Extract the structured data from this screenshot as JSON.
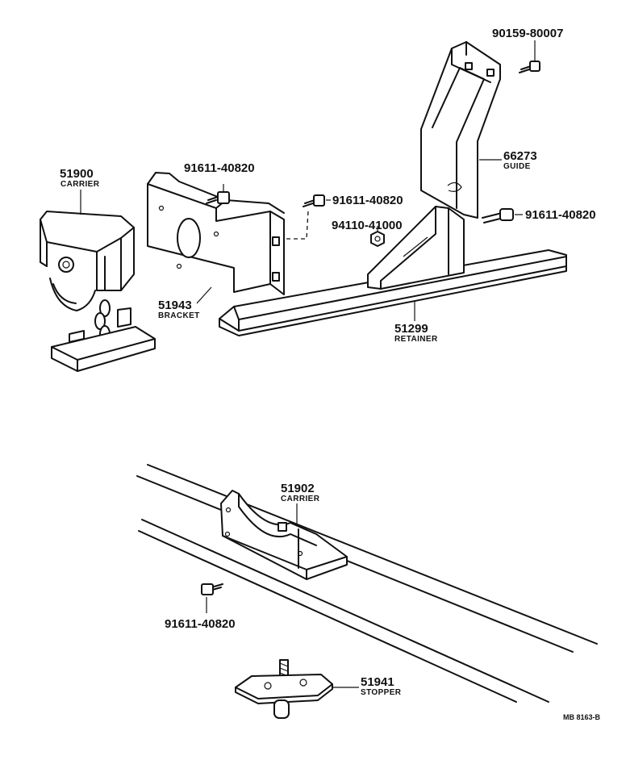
{
  "diagram_code": "MB 8163-B",
  "parts": {
    "carrier_upper": {
      "number": "51900",
      "name": "CARRIER"
    },
    "bracket": {
      "number": "51943",
      "name": "BRACKET"
    },
    "retainer": {
      "number": "51299",
      "name": "RETAINER"
    },
    "guide": {
      "number": "66273",
      "name": "GUIDE"
    },
    "carrier_lower": {
      "number": "51902",
      "name": "CARRIER"
    },
    "stopper": {
      "number": "51941",
      "name": "STOPPER"
    }
  },
  "fasteners": {
    "bolt_top": "90159-80007",
    "bolt_bracket": "91611-40820",
    "bolt_center": "91611-40820",
    "nut_center": "94110-41000",
    "bolt_right": "91611-40820",
    "bolt_lower": "91611-40820"
  },
  "colors": {
    "ink": "#111111",
    "paper": "#ffffff"
  }
}
